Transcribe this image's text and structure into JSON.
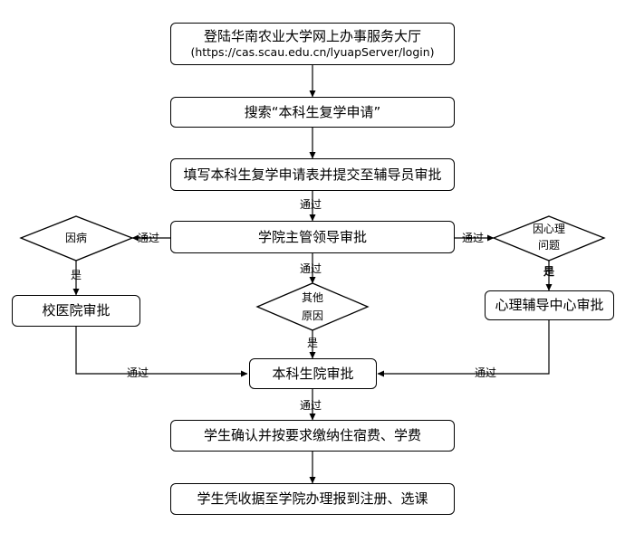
{
  "nodes": {
    "login": {
      "line1": "登陆华南农业大学网上办事服务大厅",
      "line2": "(https://cas.scau.edu.cn/lyuapServer/login)"
    },
    "search": "搜索“本科生复学申请”",
    "fill": "填写本科生复学申请表并提交至辅导员审批",
    "college": "学院主管领导审批",
    "illness": "因病",
    "psych_q": {
      "line1": "因心理",
      "line2": "问题"
    },
    "other": {
      "line1": "其他",
      "line2": "原因"
    },
    "hospital": "校医院审批",
    "psych_center": "心理辅导中心审批",
    "undergrad": "本科生院审批",
    "confirm": "学生确认并按要求缴纳住宿费、学费",
    "register": "学生凭收据至学院办理报到注册、选课"
  },
  "edge_labels": {
    "fill_to_college": "通过",
    "college_to_illness": "通过",
    "college_to_psych": "通过",
    "college_to_other": "通过",
    "illness_yes": "是",
    "psych_yes": "是",
    "other_yes": "是",
    "hospital_to_undergrad": "通过",
    "psych_to_undergrad": "通过",
    "undergrad_to_confirm": "通过"
  }
}
